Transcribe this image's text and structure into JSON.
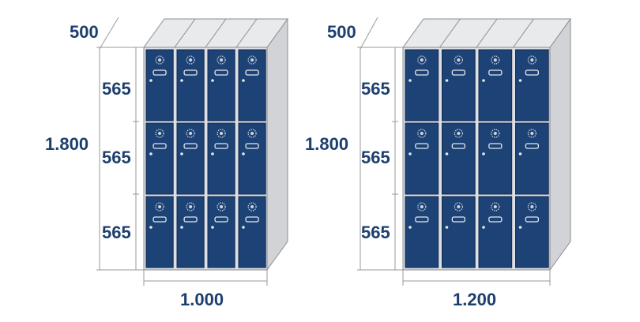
{
  "colors": {
    "door": "#1d4276",
    "door_edge": "#0f2a52",
    "frame": "#dfe0e3",
    "frame_edge": "#8a8c90",
    "top": "#e9eaec",
    "side": "#d2d3d6",
    "dim_line": "#9a9a9a",
    "text": "#1d3f6e"
  },
  "lockers": [
    {
      "depth_label": "500",
      "height_total_label": "1.800",
      "compartment_labels": [
        "565",
        "565",
        "565"
      ],
      "width_label": "1.000",
      "columns": 4,
      "rows": 3
    },
    {
      "depth_label": "500",
      "height_total_label": "1.800",
      "compartment_labels": [
        "565",
        "565",
        "565"
      ],
      "width_label": "1.200",
      "columns": 4,
      "rows": 3
    }
  ]
}
